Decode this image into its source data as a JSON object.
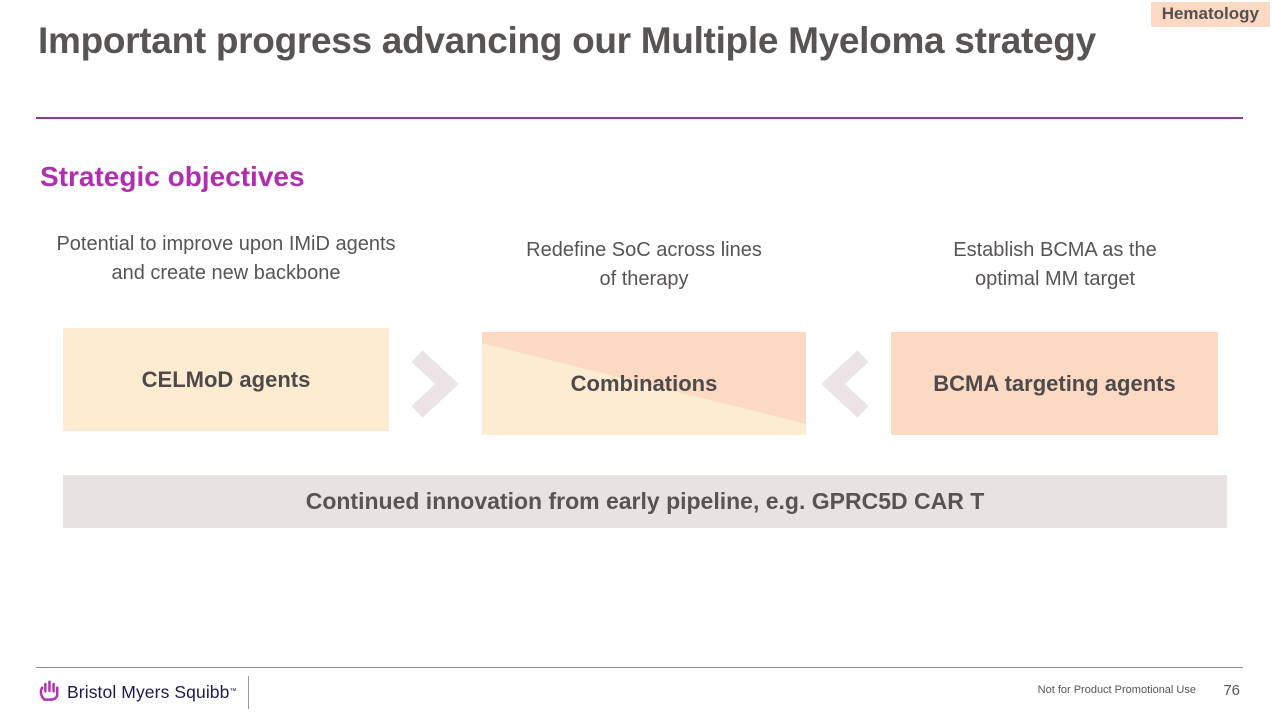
{
  "badge": {
    "label": "Hematology"
  },
  "header": {
    "title": "Important progress advancing our Multiple Myeloma strategy"
  },
  "section": {
    "heading": "Strategic objectives"
  },
  "columns": [
    {
      "objective": "Potential to improve upon IMiD agents and create new backbone",
      "box_label": "CELMoD agents"
    },
    {
      "objective": "Redefine SoC across lines of therapy",
      "box_label": "Combinations"
    },
    {
      "objective": "Establish BCMA as the optimal MM target",
      "box_label": "BCMA targeting agents"
    }
  ],
  "banner": {
    "text": "Continued innovation from early pipeline, e.g. GPRC5D CAR T"
  },
  "footer": {
    "brand": "Bristol Myers Squibb",
    "brand_mark": "™",
    "disclaimer": "Not for Product Promotional Use",
    "page_number": "76"
  },
  "colors": {
    "accent_rule": "#8e3a8d",
    "section_heading": "#b02fb0",
    "cream_box": "#fdecd2",
    "peach_box": "#fbd9c3",
    "gray_banner": "#e9e2e3",
    "text_dark": "#595454",
    "brand_navy": "#1b1b4d",
    "chevron": "#ece3e6"
  }
}
